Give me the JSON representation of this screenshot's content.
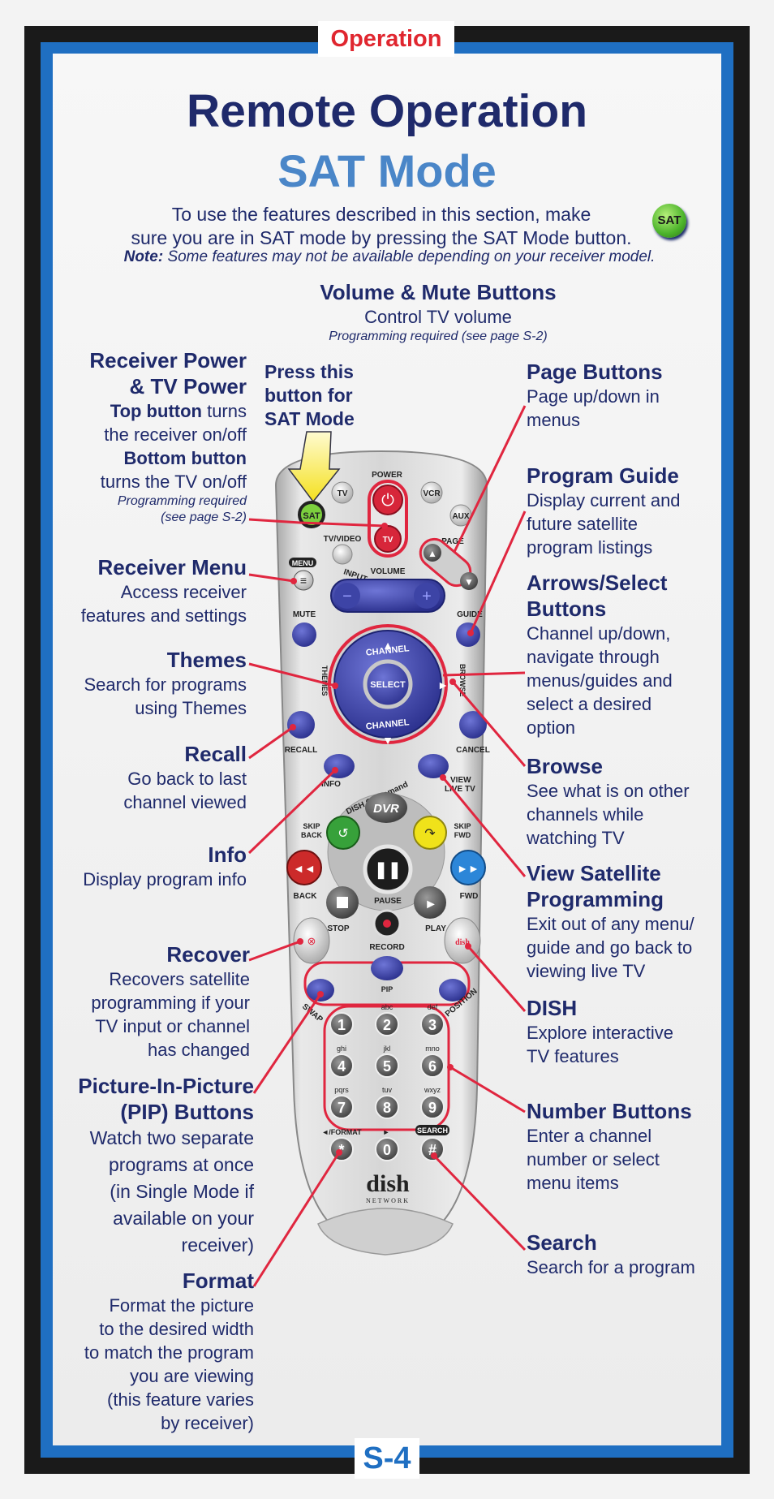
{
  "header_tab": "Operation",
  "footer_tab": "S-4",
  "title": "Remote Operation",
  "subtitle": "SAT Mode",
  "intro_line1": "To use the features described in this section, make",
  "intro_line2": "sure you are in SAT mode by pressing the SAT Mode button.",
  "note_label": "Note:",
  "note_text": "Some features may not be available depending on your receiver model.",
  "sat_badge": "SAT",
  "press_note": [
    "Press this",
    "button for",
    "SAT Mode"
  ],
  "volume": {
    "title": "Volume & Mute Buttons",
    "desc": "Control TV volume",
    "small": "Programming required (see page S-2)"
  },
  "left_blocks": {
    "power": {
      "title1": "Receiver Power",
      "title2": "& TV Power",
      "top_bold": "Top button",
      "top_rest": " turns",
      "line2": "the receiver on/off",
      "bottom_bold": "Bottom button",
      "line4": "turns the TV on/off",
      "small1": "Programming required",
      "small2": "(see page S-2)"
    },
    "menu": {
      "title": "Receiver Menu",
      "line1": "Access receiver",
      "line2": "features and settings"
    },
    "themes": {
      "title": "Themes",
      "line1": "Search for programs",
      "line2": "using Themes"
    },
    "recall": {
      "title": "Recall",
      "line1": "Go back to last",
      "line2": "channel viewed"
    },
    "info": {
      "title": "Info",
      "line1": "Display program info"
    },
    "recover": {
      "title": "Recover",
      "line1": "Recovers satellite",
      "line2": "programming if your",
      "line3": "TV input or channel",
      "line4": "has changed"
    },
    "pip": {
      "title1": "Picture-In-Picture",
      "title2": "(PIP) Buttons",
      "line1": "Watch two separate",
      "line2": "programs at once",
      "line3": "(in Single Mode if",
      "line4": "available on your",
      "line5": "receiver)"
    },
    "format": {
      "title": "Format",
      "line1": "Format the picture",
      "line2": "to the desired width",
      "line3": "to match the program",
      "line4": "you are viewing",
      "line5": "(this feature varies",
      "line6": "by receiver)"
    }
  },
  "right_blocks": {
    "page": {
      "title": "Page Buttons",
      "line1": "Page up/down in",
      "line2": "menus"
    },
    "guide": {
      "title": "Program Guide",
      "line1": "Display current and",
      "line2": "future satellite",
      "line3": "program listings"
    },
    "arrows": {
      "title1": "Arrows/Select",
      "title2": "Buttons",
      "line1": "Channel up/down,",
      "line2": "navigate through",
      "line3": "menus/guides and",
      "line4": "select a desired",
      "line5": "option"
    },
    "browse": {
      "title": "Browse",
      "line1": "See what is on other",
      "line2": "channels while",
      "line3": "watching TV"
    },
    "view": {
      "title1": "View Satellite",
      "title2": "Programming",
      "line1": "Exit out of any menu/",
      "line2": "guide and go back to",
      "line3": "viewing live TV"
    },
    "dish": {
      "title": "DISH",
      "line1": "Explore interactive",
      "line2": "TV features"
    },
    "numbers": {
      "title": "Number Buttons",
      "line1": "Enter a channel",
      "line2": "number or select",
      "line3": "menu items"
    },
    "search": {
      "title": "Search",
      "line1": "Search for a program"
    }
  },
  "remote_labels": {
    "power": "POWER",
    "tv": "TV",
    "vcr": "VCR",
    "aux": "AUX",
    "sat": "SAT",
    "tv_btn": "TV",
    "tvvideo": "TV/VIDEO",
    "input": "INPUT",
    "menu": "MENU",
    "volume": "VOLUME",
    "page": "PAGE",
    "mute": "MUTE",
    "guide": "GUIDE",
    "channel": "CHANNEL",
    "select": "SELECT",
    "themes_letters": "THEMES",
    "browse_letters": "BROWSE",
    "recall": "RECALL",
    "cancel": "CANCEL",
    "info": "INFO",
    "viewlive1": "VIEW",
    "viewlive2": "LIVE TV",
    "dvr_arc": "DISH On Demand",
    "dvr": "DVR",
    "skipback1": "SKIP",
    "skipback2": "BACK",
    "skipfwd1": "SKIP",
    "skipfwd2": "FWD",
    "back": "BACK",
    "fwd": "FWD",
    "pause": "PAUSE",
    "stop": "STOP",
    "play": "PLAY",
    "record": "RECORD",
    "pip": "PIP",
    "swap": "SWAP",
    "position": "POSITION",
    "keys": [
      "1",
      "2",
      "3",
      "4",
      "5",
      "6",
      "7",
      "8",
      "9",
      "*",
      "0",
      "#"
    ],
    "key_letters": [
      "",
      "abc",
      "def",
      "ghi",
      "jkl",
      "mno",
      "pqrs",
      "tuv",
      "wxyz"
    ],
    "format": "◄/FORMAT",
    "search": "SEARCH",
    "brand": "dish",
    "network": "NETWORK"
  },
  "colors": {
    "navy": "#1f2a6b",
    "blue": "#4a86c8",
    "red": "#e0262f",
    "frame_blue": "#1f6fc2",
    "callout": "#e0263f"
  }
}
